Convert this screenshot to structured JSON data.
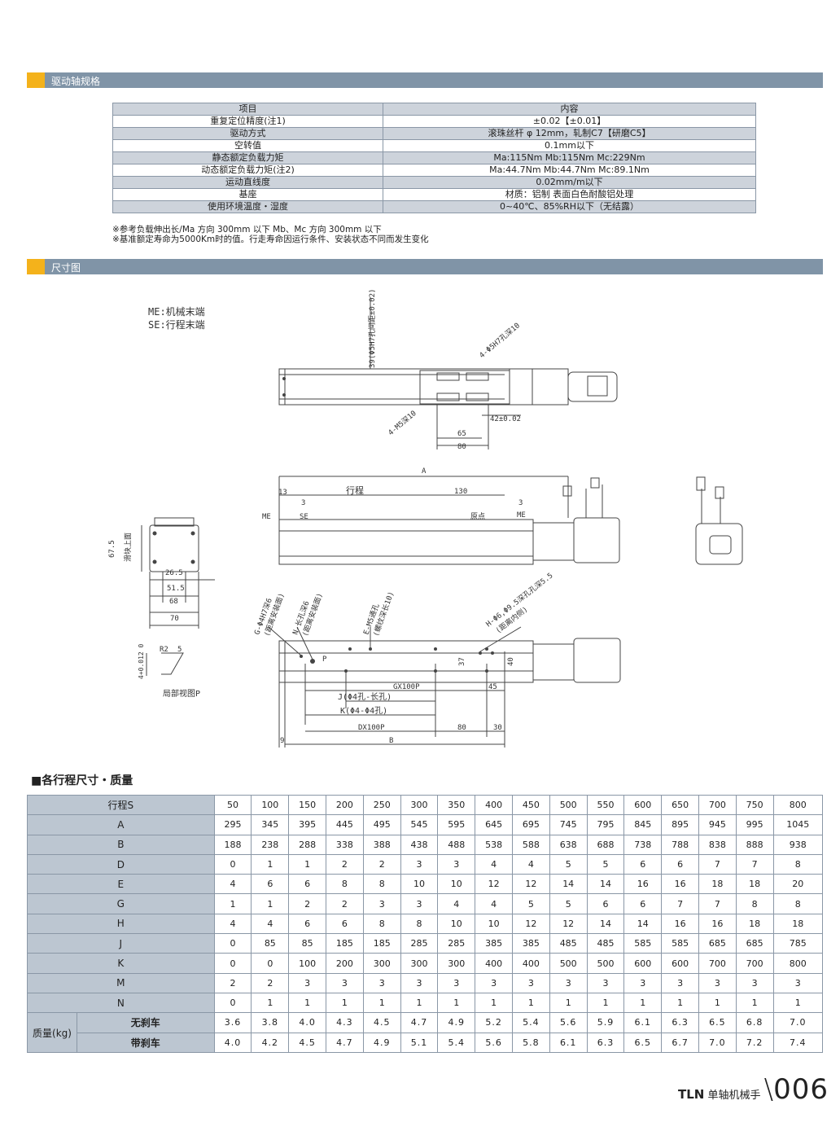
{
  "sections": {
    "drive_spec": "驱动轴规格",
    "dimensions": "尺寸图"
  },
  "spec_table": {
    "headers": [
      "项目",
      "内容"
    ],
    "rows": [
      [
        "重复定位精度(注1)",
        "±0.02【±0.01】"
      ],
      [
        "驱动方式",
        "滚珠丝杆 φ 12mm，轧制C7【研磨C5】"
      ],
      [
        "空转值",
        "0.1mm以下"
      ],
      [
        "静态额定负载力矩",
        "Ma:115Nm   Mb:115Nm   Mc:229Nm"
      ],
      [
        "动态额定负载力矩(注2)",
        "Ma:44.7Nm   Mb:44.7Nm   Mc:89.1Nm"
      ],
      [
        "运动直线度",
        "0.02mm/m以下"
      ],
      [
        "基座",
        "材质：铝制  表面白色耐酸铝处理"
      ],
      [
        "使用环境温度・湿度",
        "0~40℃、85%RH以下（无结露）"
      ]
    ]
  },
  "notes": [
    "※参考负载伸出长/Ma 方向 300mm 以下   Mb、Mc 方向 300mm 以下",
    "※基准额定寿命为5000Km时的值。行走寿命因运行条件、安装状态不同而发生变化"
  ],
  "drawing": {
    "legend1": "ME:机械末端",
    "legend2": "SE:行程末端",
    "l_pin": "39(Φ5H7孔间距±0.02)",
    "l_4phi": "4-Φ5H7孔深10",
    "l_4m5": "4-M5深10",
    "d65": "65",
    "d80": "80",
    "d42": "42±0.02",
    "dA": "A",
    "d13": "13",
    "d3a": "3",
    "stroke": "行程",
    "d130": "130",
    "d3b": "3",
    "me": "ME",
    "se": "SE",
    "origin": "原点",
    "me2": "ME",
    "d675": "67.5",
    "slider_top": "滑块上面",
    "d265": "26.5",
    "d515": "51.5",
    "d68": "68",
    "d70": "70",
    "l_g": "G-Φ4H7深6",
    "l_g2": "(距离安装面)",
    "l_n": "N-长孔深6",
    "l_n2": "(距离安装面)",
    "l_e": "E-M5通孔",
    "l_e2": "(螺纹深长10)",
    "l_h": "H-Φ6,Φ9.5深孔孔深5.5",
    "l_h2": "(距离内侧)",
    "p": "P",
    "d37": "37",
    "d40": "40",
    "gx": "GX100P",
    "d45": "45",
    "j": "J(Φ4孔-长孔)",
    "k": "K(Φ4-Φ4孔)",
    "dx": "DX100P",
    "d80b": "80",
    "d30": "30",
    "d9": "9",
    "b": "B",
    "tol": "4+0.012 0",
    "r2": "R2",
    "d5": "5",
    "detail": "局部视图P"
  },
  "dims_title": "■各行程尺寸・质量",
  "dims_table": {
    "stroke_label": "行程S",
    "strokes": [
      "50",
      "100",
      "150",
      "200",
      "250",
      "300",
      "350",
      "400",
      "450",
      "500",
      "550",
      "600",
      "650",
      "700",
      "750",
      "800"
    ],
    "rows": [
      {
        "label": "A",
        "values": [
          "295",
          "345",
          "395",
          "445",
          "495",
          "545",
          "595",
          "645",
          "695",
          "745",
          "795",
          "845",
          "895",
          "945",
          "995",
          "1045"
        ]
      },
      {
        "label": "B",
        "values": [
          "188",
          "238",
          "288",
          "338",
          "388",
          "438",
          "488",
          "538",
          "588",
          "638",
          "688",
          "738",
          "788",
          "838",
          "888",
          "938"
        ]
      },
      {
        "label": "D",
        "values": [
          "0",
          "1",
          "1",
          "2",
          "2",
          "3",
          "3",
          "4",
          "4",
          "5",
          "5",
          "6",
          "6",
          "7",
          "7",
          "8"
        ]
      },
      {
        "label": "E",
        "values": [
          "4",
          "6",
          "6",
          "8",
          "8",
          "10",
          "10",
          "12",
          "12",
          "14",
          "14",
          "16",
          "16",
          "18",
          "18",
          "20"
        ]
      },
      {
        "label": "G",
        "values": [
          "1",
          "1",
          "2",
          "2",
          "3",
          "3",
          "4",
          "4",
          "5",
          "5",
          "6",
          "6",
          "7",
          "7",
          "8",
          "8"
        ]
      },
      {
        "label": "H",
        "values": [
          "4",
          "4",
          "6",
          "6",
          "8",
          "8",
          "10",
          "10",
          "12",
          "12",
          "14",
          "14",
          "16",
          "16",
          "18",
          "18"
        ]
      },
      {
        "label": "J",
        "values": [
          "0",
          "85",
          "85",
          "185",
          "185",
          "285",
          "285",
          "385",
          "385",
          "485",
          "485",
          "585",
          "585",
          "685",
          "685",
          "785"
        ]
      },
      {
        "label": "K",
        "values": [
          "0",
          "0",
          "100",
          "200",
          "300",
          "300",
          "300",
          "400",
          "400",
          "500",
          "500",
          "600",
          "600",
          "700",
          "700",
          "800"
        ]
      },
      {
        "label": "M",
        "values": [
          "2",
          "2",
          "3",
          "3",
          "3",
          "3",
          "3",
          "3",
          "3",
          "3",
          "3",
          "3",
          "3",
          "3",
          "3",
          "3"
        ]
      },
      {
        "label": "N",
        "values": [
          "0",
          "1",
          "1",
          "1",
          "1",
          "1",
          "1",
          "1",
          "1",
          "1",
          "1",
          "1",
          "1",
          "1",
          "1",
          "1"
        ]
      }
    ],
    "mass_label": "质量(kg)",
    "mass_rows": [
      {
        "label": "无刹车",
        "values": [
          "3.6",
          "3.8",
          "4.0",
          "4.3",
          "4.5",
          "4.7",
          "4.9",
          "5.2",
          "5.4",
          "5.6",
          "5.9",
          "6.1",
          "6.3",
          "6.5",
          "6.8",
          "7.0"
        ]
      },
      {
        "label": "带刹车",
        "values": [
          "4.0",
          "4.2",
          "4.5",
          "4.7",
          "4.9",
          "5.1",
          "5.4",
          "5.6",
          "5.8",
          "6.1",
          "6.3",
          "6.5",
          "6.7",
          "7.0",
          "7.2",
          "7.4"
        ]
      }
    ]
  },
  "footer": {
    "brand": "TLN",
    "text": "单轴机械手",
    "page": "006"
  }
}
